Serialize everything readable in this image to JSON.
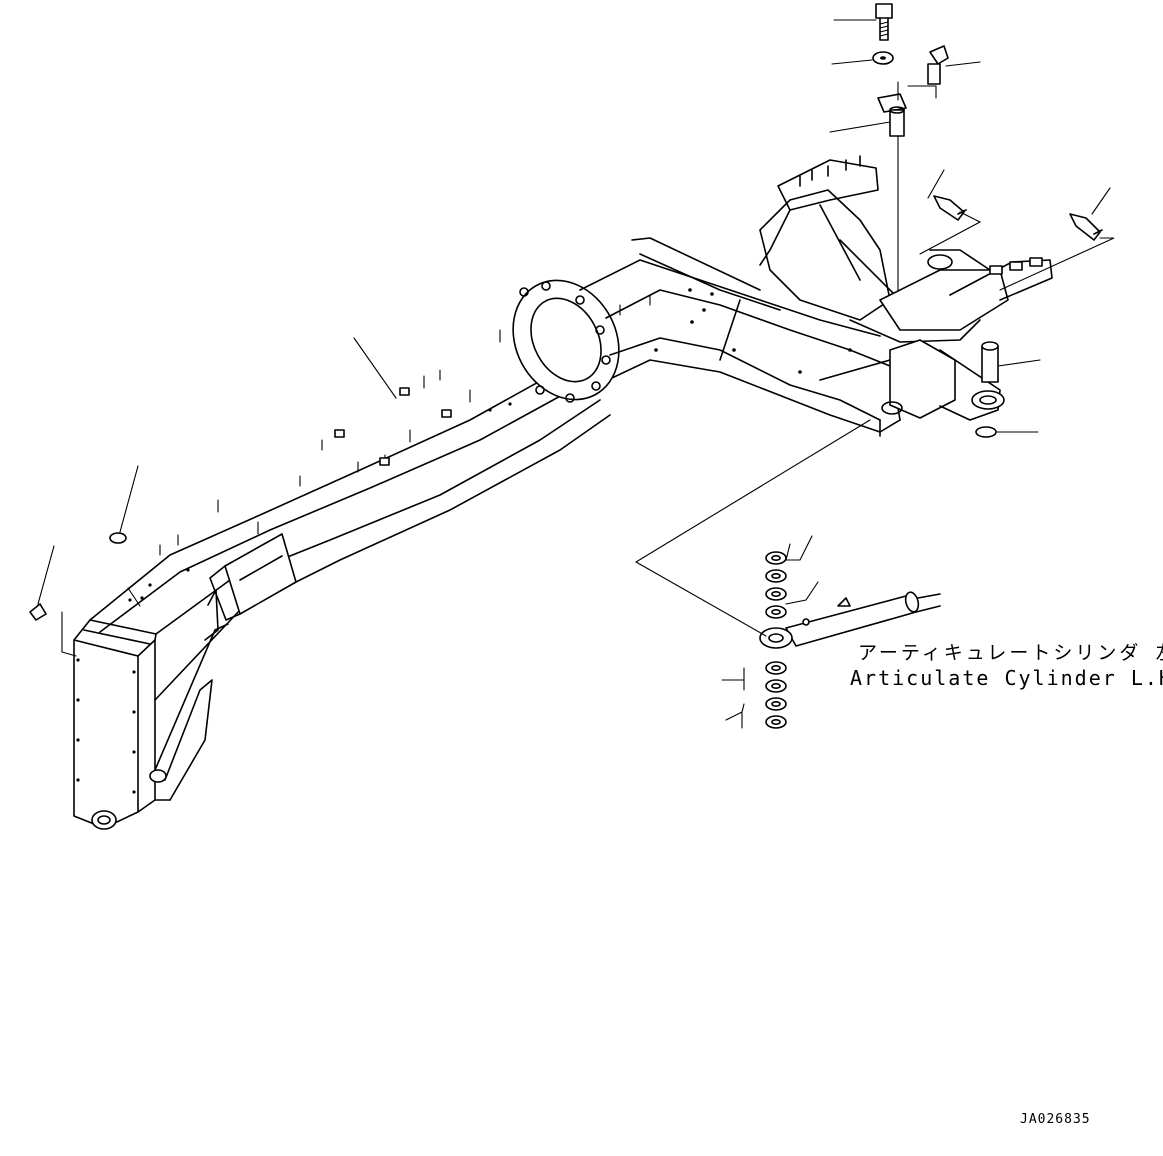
{
  "callout": {
    "japanese": "アーティキュレートシリンダ 左",
    "english": "Articulate Cylinder L.H."
  },
  "drawing_number": "JA026835",
  "parts": [
    "main-frame",
    "articulate-cylinder-left",
    "pin",
    "bolt",
    "washer",
    "grease-fitting",
    "shim",
    "plate",
    "spacer"
  ]
}
